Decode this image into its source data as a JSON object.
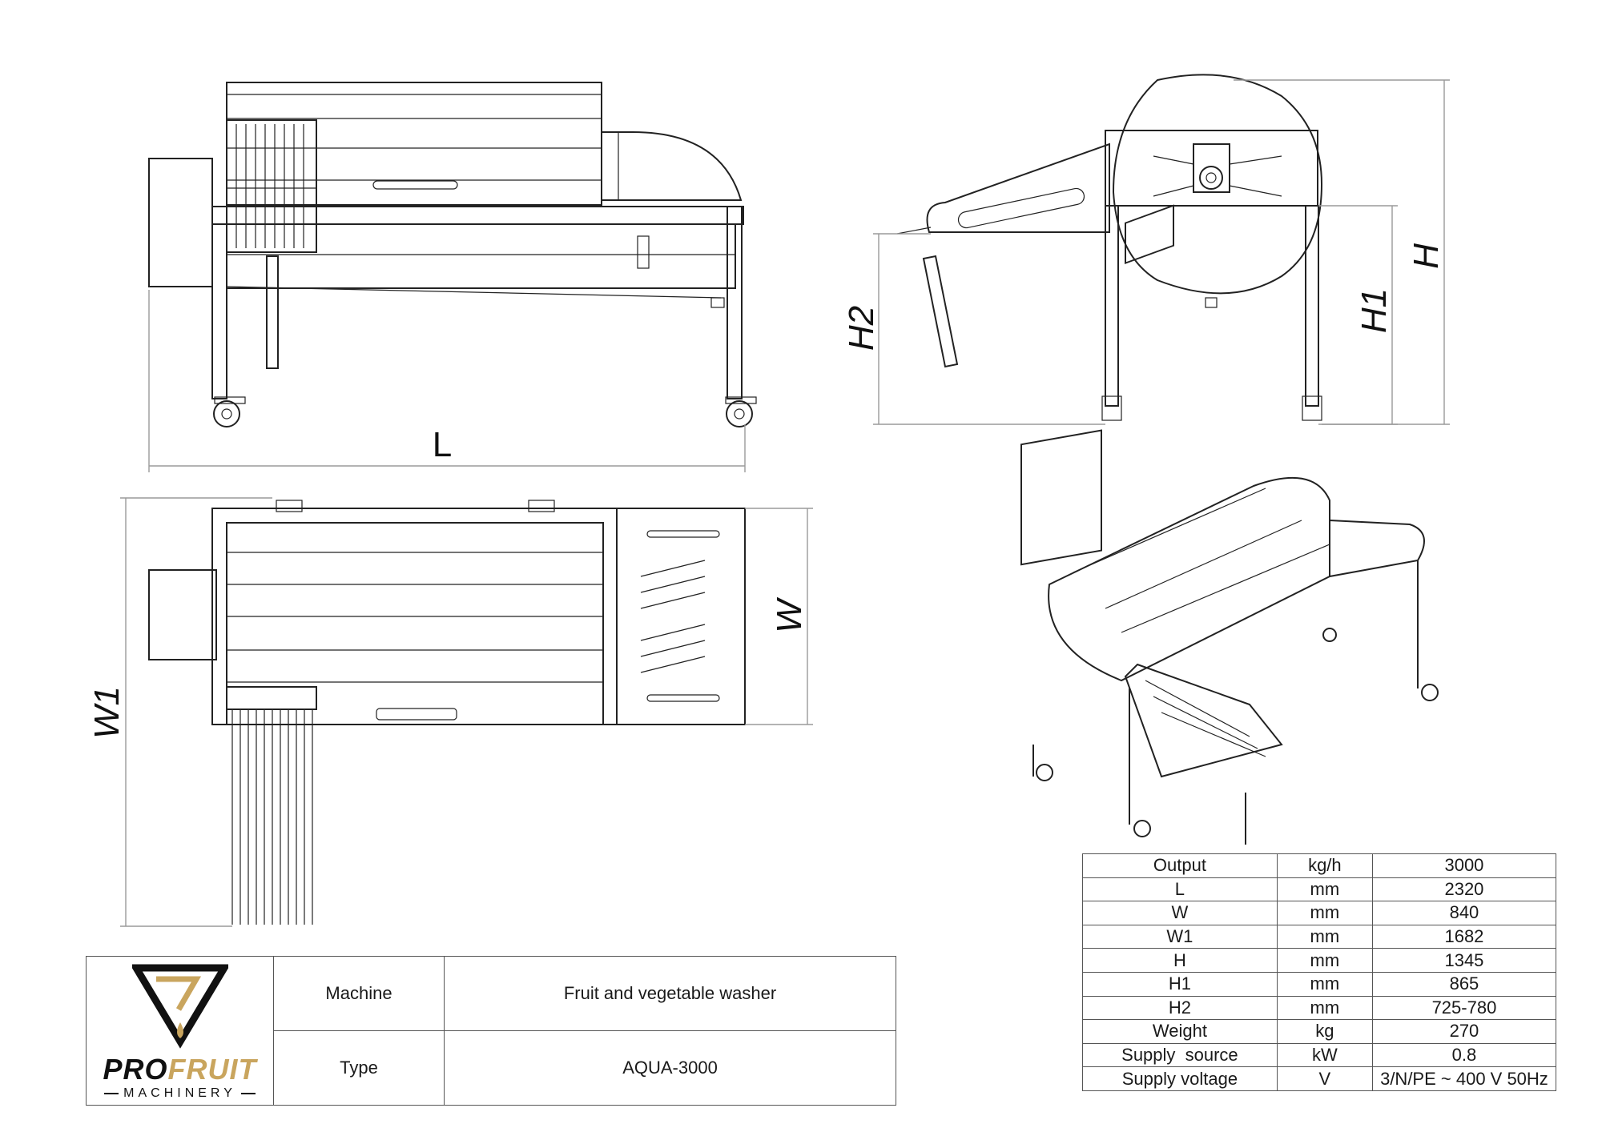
{
  "dimensions": {
    "L": "L",
    "W": "W",
    "W1": "W1",
    "H": "H",
    "H1": "H1",
    "H2": "H2"
  },
  "title_block": {
    "logo": {
      "brand_pro": "PRO",
      "brand_fruit": "FRUIT",
      "brand_sub": "MACHINERY",
      "colors": {
        "gold": "#c9a55e",
        "dark": "#111111"
      }
    },
    "machine_label": "Machine",
    "machine_value": "Fruit and vegetable washer",
    "type_label": "Type",
    "type_value": "AQUA-3000"
  },
  "spec_table": {
    "rows": [
      {
        "param": "Output",
        "unit": "kg/h",
        "value": "3000"
      },
      {
        "param": "L",
        "unit": "mm",
        "value": "2320"
      },
      {
        "param": "W",
        "unit": "mm",
        "value": "840"
      },
      {
        "param": "W1",
        "unit": "mm",
        "value": "1682"
      },
      {
        "param": "H",
        "unit": "mm",
        "value": "1345"
      },
      {
        "param": "H1",
        "unit": "mm",
        "value": "865"
      },
      {
        "param": "H2",
        "unit": "mm",
        "value": "725-780"
      },
      {
        "param": "Weight",
        "unit": "kg",
        "value": "270"
      },
      {
        "param": "Supply  source",
        "unit": "kW",
        "value": "0.8"
      },
      {
        "param": "Supply voltage",
        "unit": "V",
        "value": "3/N/PE ~ 400 V 50Hz"
      }
    ]
  }
}
